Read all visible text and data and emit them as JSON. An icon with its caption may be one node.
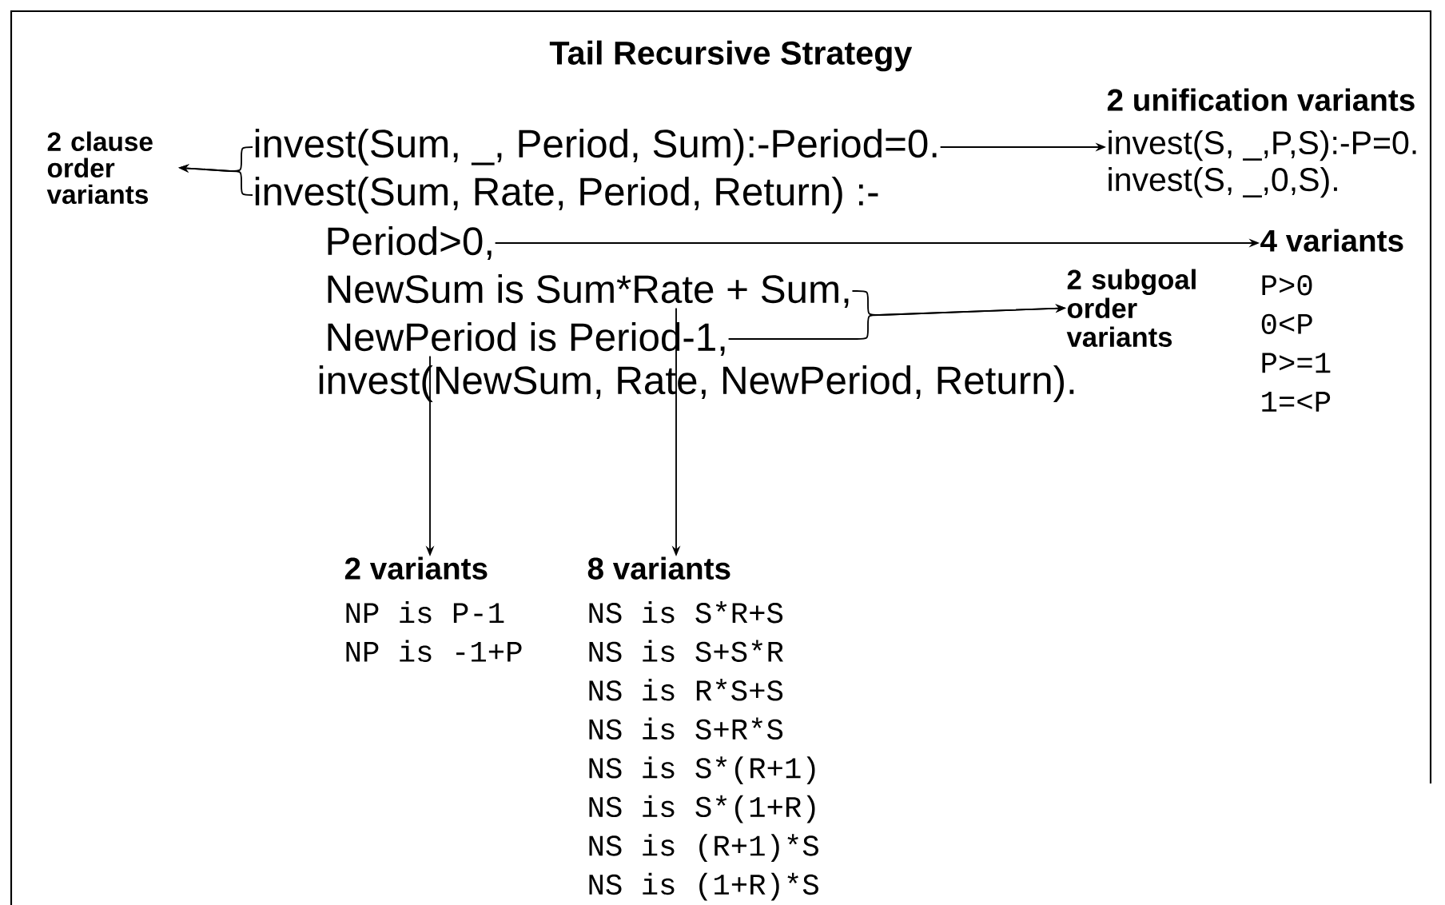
{
  "diagram": {
    "title": "Tail Recursive Strategy",
    "nodes": [
      {
        "text": [
          "2 clause order variants"
        ]
      },
      {
        "text": [
          "invest(Sum, _, Period, Sum):-Period=0."
        ]
      },
      {
        "text": [
          "invest(Sum, Rate, Period, Return) :-"
        ]
      },
      {
        "text": [
          "Period>0,"
        ]
      },
      {
        "text": [
          "NewSum is Sum*Rate + Sum,"
        ]
      },
      {
        "text": [
          "NewPeriod is Period-1,"
        ]
      },
      {
        "text": [
          "invest(NewSum, Rate, NewPeriod, Return)."
        ]
      },
      {
        "text": [
          "2 unification variants",
          "invest(S, _,P,S):-P=0.",
          "invest(S, _,0,S)."
        ]
      },
      {
        "text": [
          "4 variants",
          "P>0",
          "0<P",
          "P>=1",
          "1=<P"
        ]
      },
      {
        "text": [
          "2 subgoal order variants"
        ]
      },
      {
        "text": [
          "2 variants",
          "NP is P-1",
          "NP is -1+P"
        ]
      },
      {
        "text": [
          "8 variants",
          "NS is S*R+S",
          "NS is S+S*R",
          "NS is R*S+S",
          "NS is S+R*S",
          "NS is S*(R+1)",
          "NS is S*(1+R)",
          "NS is (R+1)*S",
          "NS is (1+R)*S"
        ]
      }
    ],
    "edges": [
      {
        "from": 1,
        "to": 0,
        "arrow": "to"
      },
      {
        "from": 2,
        "to": 0,
        "arrow": "to"
      },
      {
        "from": 1,
        "to": 7,
        "arrow": "to"
      },
      {
        "from": 3,
        "to": 8,
        "arrow": "to"
      },
      {
        "from": 4,
        "to": 9,
        "arrow": "to"
      },
      {
        "from": 5,
        "to": 9,
        "arrow": "to"
      },
      {
        "from": 5,
        "to": 10,
        "arrow": "to"
      },
      {
        "from": 4,
        "to": 11,
        "arrow": "to"
      }
    ]
  }
}
